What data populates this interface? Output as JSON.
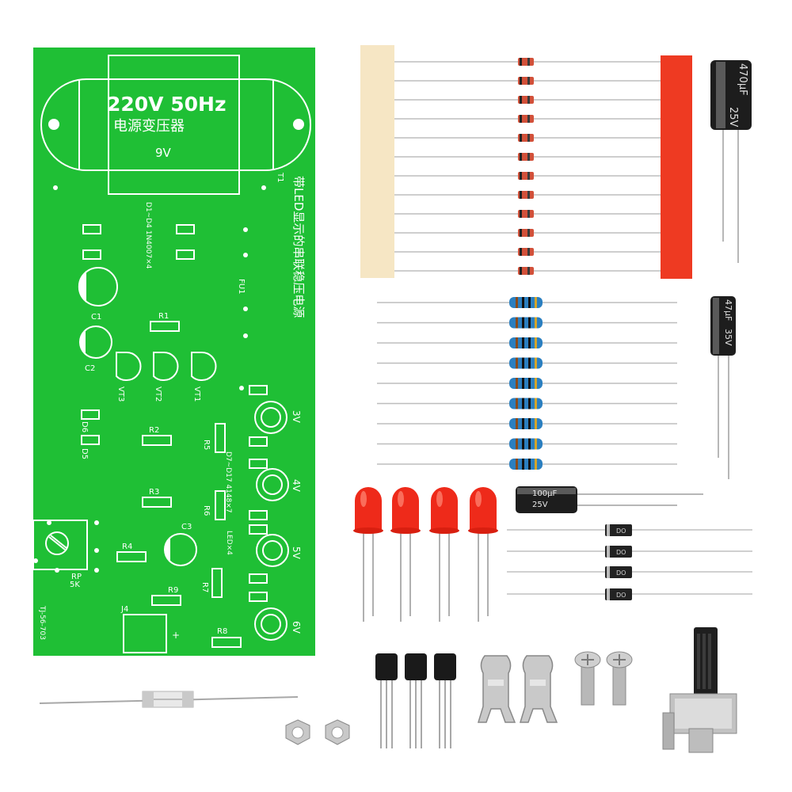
{
  "colors": {
    "pcb_green": "#1fbf35",
    "silkscreen": "#ffffff",
    "resistor_blue": "#2b7fc0",
    "led_red": "#ee2a1a",
    "tape_red": "#ee3a22",
    "tape_beige": "#f6e6c4",
    "capacitor_black": "#1d1d1d"
  },
  "board": {
    "transformer_voltage": "220V 50Hz",
    "transformer_title": "电源变压器",
    "transformer_secondary": "9V",
    "t1": "T1",
    "board_title": "带LED显示的串联稳压电源",
    "diode_note": "D1~D4 1N4007×4",
    "fu1": "FU1",
    "c1": "C1",
    "c2": "C2",
    "c3": "C3",
    "r1": "R1",
    "r2": "R2",
    "r3": "R3",
    "r4": "R4",
    "r5": "R5",
    "r6": "R6",
    "r7": "R7",
    "r8": "R8",
    "r9": "R9",
    "vt1": "VT1",
    "vt2": "VT2",
    "vt3": "VT3",
    "d5": "D5",
    "d6": "D6",
    "d7_note": "D7~D17 4148×7",
    "led_note": "LED×4",
    "out_3v": "3V",
    "out_4v": "4V",
    "out_5v": "5V",
    "out_6v": "6V",
    "rp": "RP",
    "rp_value": "5K",
    "j4": "J4",
    "plus": "+",
    "model": "TJ-56-703"
  },
  "parts": {
    "cap_big_label_a": "470μF",
    "cap_big_label_b": "25V",
    "cap_mid_label_a": "47μF",
    "cap_mid_label_b": "35V",
    "cap_small_label_a": "100μF",
    "cap_small_label_b": "25V",
    "rectifier_label": "DO"
  }
}
